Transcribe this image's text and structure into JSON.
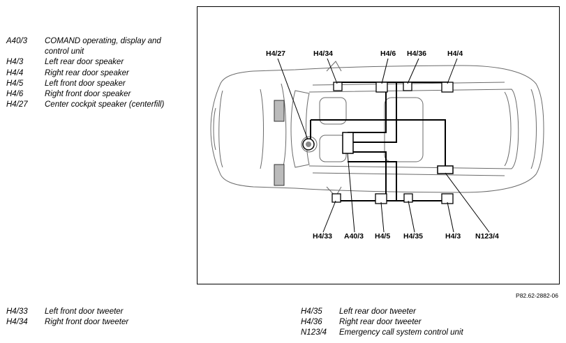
{
  "legend_top": [
    {
      "code": "A40/3",
      "desc": "COMAND operating, display and control unit"
    },
    {
      "code": "H4/3",
      "desc": "Left rear door speaker"
    },
    {
      "code": "H4/4",
      "desc": "Right rear door speaker"
    },
    {
      "code": "H4/5",
      "desc": "Left front door speaker"
    },
    {
      "code": "H4/6",
      "desc": "Right front door speaker"
    },
    {
      "code": "H4/27",
      "desc": "Center cockpit speaker (centerfill)"
    }
  ],
  "legend_bottom_left": [
    {
      "code": "H4/33",
      "desc": "Left front door tweeter"
    },
    {
      "code": "H4/34",
      "desc": "Right front door tweeter"
    }
  ],
  "legend_bottom_right": [
    {
      "code": "H4/35",
      "desc": "Left rear door tweeter"
    },
    {
      "code": "H4/36",
      "desc": "Right rear door tweeter"
    },
    {
      "code": "N123/4",
      "desc": "Emergency call system control unit"
    }
  ],
  "callouts_top": [
    "H4/27",
    "H4/34",
    "H4/6",
    "H4/36",
    "H4/4"
  ],
  "callouts_bottom": [
    "H4/33",
    "A40/3",
    "H4/5",
    "H4/35",
    "H4/3",
    "N123/4"
  ],
  "reference_code": "P82.62-2882-06"
}
